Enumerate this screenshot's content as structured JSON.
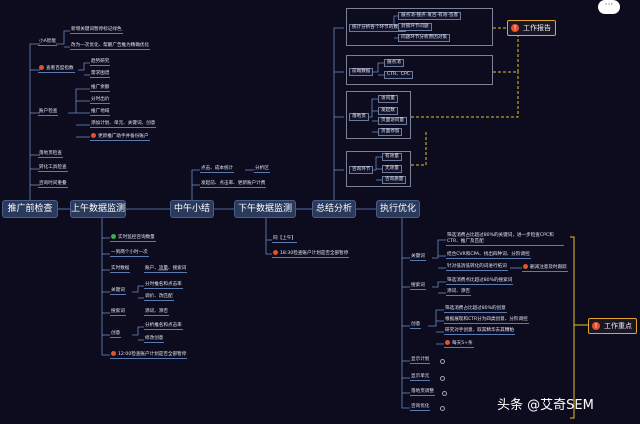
{
  "main_nodes": [
    "推广前检查",
    "上午数据监测",
    "中午小结",
    "下午数据监测",
    "总结分析",
    "执行优化"
  ],
  "pre_check": {
    "small_intel": "小A智能",
    "small_intel_items": [
      "新增关键词暂停标记绿色",
      "改为一次优化、帮翻广告推为精确优化"
    ],
    "check_index": "查看百度指数",
    "check_index_items": [
      "趋势研究",
      "需求图谱"
    ],
    "account_check": "账户检查",
    "account_items": [
      "推广余额",
      "分时出价",
      "推广地域",
      "添加计划、单元、关键词、创意",
      "更新推广助手并备份账户"
    ],
    "other_items": [
      "落地页检查",
      "转化工具检查",
      "咨询时间重叠"
    ]
  },
  "morning": {
    "items": [
      "实时监控咨询数量",
      "一到两个小时一次",
      "实时数据",
      "账户、流量、搜索词",
      "关键词",
      "分时推名和点击率",
      "调价、改匹配",
      "搜索词",
      "添词、添否",
      "创意",
      "分析推名和点击率",
      "修改创意",
      "12:00检查账户计划是否全部暂停"
    ]
  },
  "noon": {
    "items": [
      "点击、成本统计",
      "分析区",
      "发起前、点击率、更新账户计费"
    ]
  },
  "afternoon": {
    "items": [
      "同【上午】",
      "18:30检查账户计划是否全部暂停"
    ]
  },
  "summary": {
    "groups": [
      {
        "label": "统计分析各个环节的数据",
        "items": [
          "展点消-搜点-发咨-有效-签客",
          "封锁环节问题",
          "问题环节分析原因对策"
        ]
      },
      {
        "label": "前端数据",
        "items": [
          "展点消",
          "CTR、CPC"
        ]
      },
      {
        "label": "落地页",
        "items": [
          "访问量",
          "发起数",
          "页面访问量",
          "页面停留"
        ]
      },
      {
        "label": "咨询环节",
        "items": [
          "有效量",
          "无效量",
          "咨询质量"
        ]
      }
    ]
  },
  "execute": {
    "keyword": "关键词",
    "keyword_items": [
      "筛选消费占比超过80%的关键词，进一步检查CPC和CTR、推广及匹配",
      "结合CVR和CPA、找出四种词、分阶调控",
      "针对低消低转化的词进行拓词",
      "删减注意及时跟踪"
    ],
    "search_term": "搜索词",
    "search_items": [
      "筛选消费点比超过80%的搜索词",
      "添词、添否"
    ],
    "creative": "创意",
    "creative_items": [
      "筛选消费占比超过80%的创意",
      "根据展现和CTR分为四类创意、分阶调控",
      "研究对手创意、取其精华去其糟粕",
      "每天5+条"
    ],
    "others": [
      "显示计划",
      "显示单元",
      "落地页调整",
      "咨询优化"
    ]
  },
  "tags": {
    "report": "工作报告",
    "focus": "工作重点"
  },
  "watermark": "头条 @艾奇SEM",
  "more_label": "···"
}
